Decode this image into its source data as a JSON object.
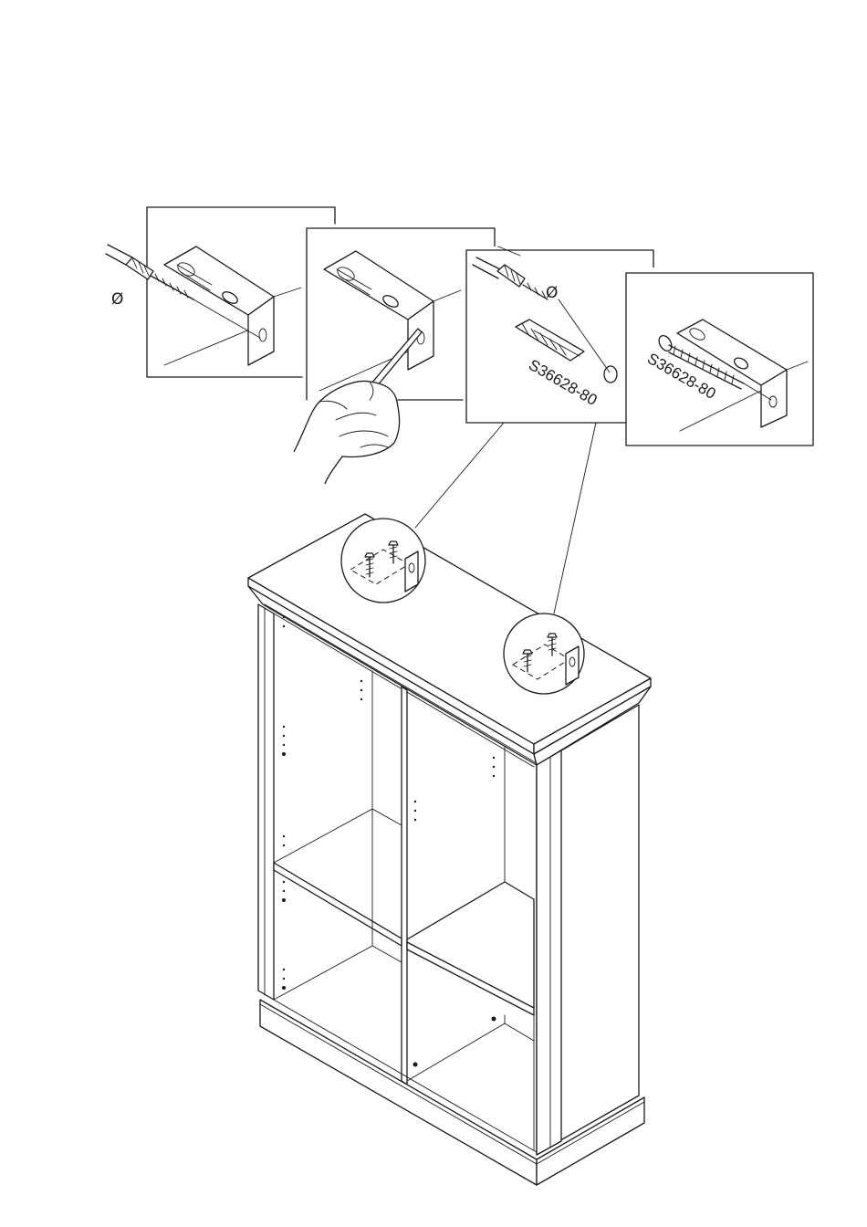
{
  "labels": {
    "screw_code_step3": "S36628-80",
    "screw_code_step4": "S36628-80",
    "drill_symbol_1": "Ø",
    "drill_symbol_3": "Ø"
  }
}
